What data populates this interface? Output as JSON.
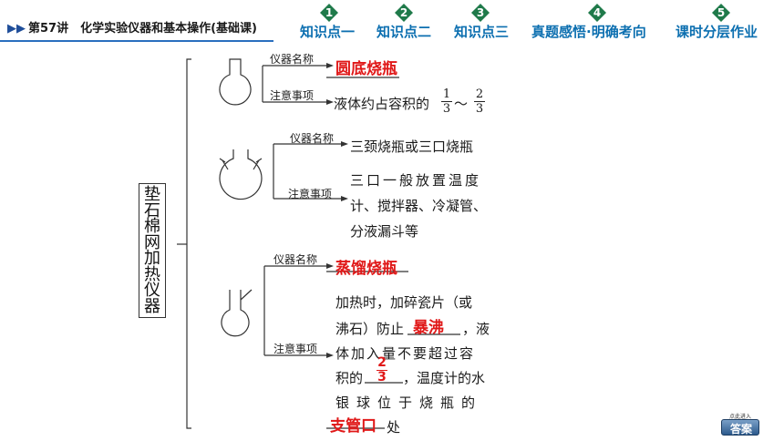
{
  "header": {
    "lesson_title": "第57讲　化学实验仪器和基本操作(基础课)",
    "nav": [
      {
        "num": "1",
        "label": "知识点一"
      },
      {
        "num": "2",
        "label": "知识点二"
      },
      {
        "num": "3",
        "label": "知识点三"
      },
      {
        "num": "4",
        "label": "真题感悟·明确考向"
      },
      {
        "num": "5",
        "label": "课时分层作业"
      }
    ]
  },
  "category": "垫石棉网加热仪器",
  "labels": {
    "name": "仪器名称",
    "note": "注意事项"
  },
  "items": [
    {
      "name_answer": "圆底烧瓶",
      "note_text": "液体约占容积的",
      "frac_a": {
        "num": "1",
        "den": "3"
      },
      "tilde": "～",
      "frac_b": {
        "num": "2",
        "den": "3"
      }
    },
    {
      "name_text": "三颈烧瓶或三口烧瓶",
      "note_lines": [
        "三口一般放置温度",
        "计、搅拌器、冷凝管、",
        "分液漏斗等"
      ]
    },
    {
      "name_answer": "蒸馏烧瓶",
      "note_line1": "加热时，加碎瓷片（或",
      "note_line2a": "沸石）防止",
      "note_line2_answer": "暴沸",
      "note_line2b": "，液",
      "note_line3": "体加入量不要超过容",
      "note_line4a": "积的",
      "note_line4_frac": {
        "num": "2",
        "den": "3"
      },
      "note_line4b": "，温度计的水",
      "note_line5": "银球位于烧瓶的",
      "note_line6_answer": "支管口",
      "note_line6b": "处"
    }
  ],
  "answer_button": {
    "hint": "点此进入",
    "label": "答案"
  },
  "colors": {
    "nav": "#0c6fb0",
    "answer": "#e01818",
    "badge": "#1f7a4a"
  }
}
